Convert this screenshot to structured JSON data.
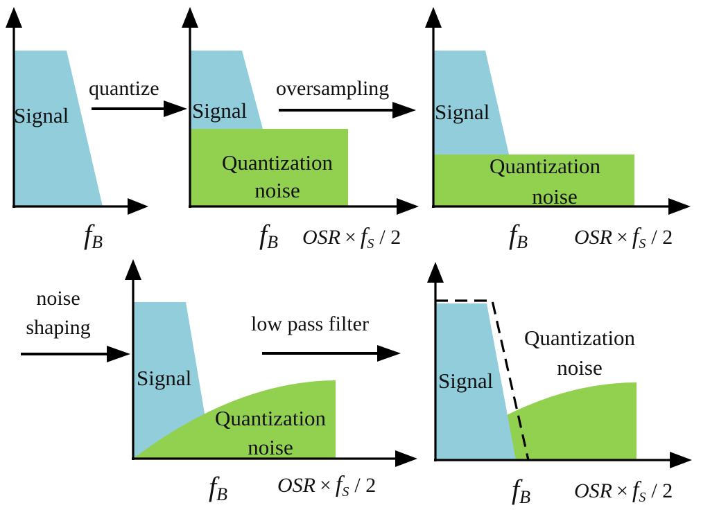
{
  "colors": {
    "signal": "#92cddc",
    "noise": "#92d050",
    "axis": "#000000",
    "background": "#ffffff"
  },
  "labels": {
    "signal": "Signal",
    "quantization": "Quantization",
    "noise": "noise",
    "f": "f",
    "sub_B": "B",
    "osr": "OSR",
    "times": "×",
    "sub_S": "S",
    "slash_two": "/ 2"
  },
  "steps": {
    "quantize": "quantize",
    "oversampling": "oversampling",
    "noise_shaping_line1": "noise",
    "noise_shaping_line2": "shaping",
    "low_pass_filter": "low pass filter"
  }
}
